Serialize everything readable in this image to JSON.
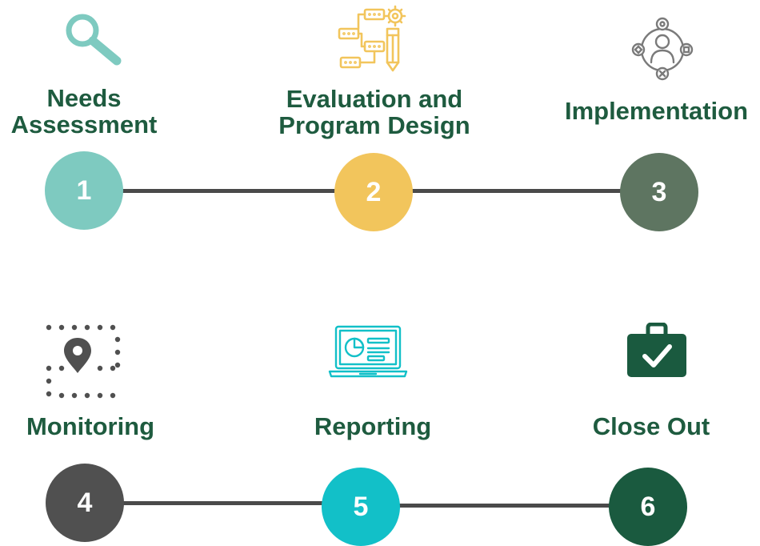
{
  "colors": {
    "title_text": "#1e5b3f",
    "connector": "#4a4a4a",
    "step_1": "#7ecac0",
    "step_2": "#f2c55c",
    "step_3": "#5e7561",
    "step_4": "#505050",
    "step_5": "#12c0c8",
    "step_6": "#1a5a3f"
  },
  "steps": [
    {
      "number": "1",
      "title_line1": "Needs",
      "title_line2": "Assessment",
      "icon": "magnifying-glass-icon"
    },
    {
      "number": "2",
      "title_line1": "Evaluation and",
      "title_line2": "Program Design",
      "icon": "flowchart-pencil-gear-icon"
    },
    {
      "number": "3",
      "title_line1": "Implementation",
      "title_line2": "",
      "icon": "person-network-icon"
    },
    {
      "number": "4",
      "title_line1": "Monitoring",
      "title_line2": "",
      "icon": "map-pin-selection-icon"
    },
    {
      "number": "5",
      "title_line1": "Reporting",
      "title_line2": "",
      "icon": "laptop-report-icon"
    },
    {
      "number": "6",
      "title_line1": "Close Out",
      "title_line2": "",
      "icon": "briefcase-check-icon"
    }
  ]
}
